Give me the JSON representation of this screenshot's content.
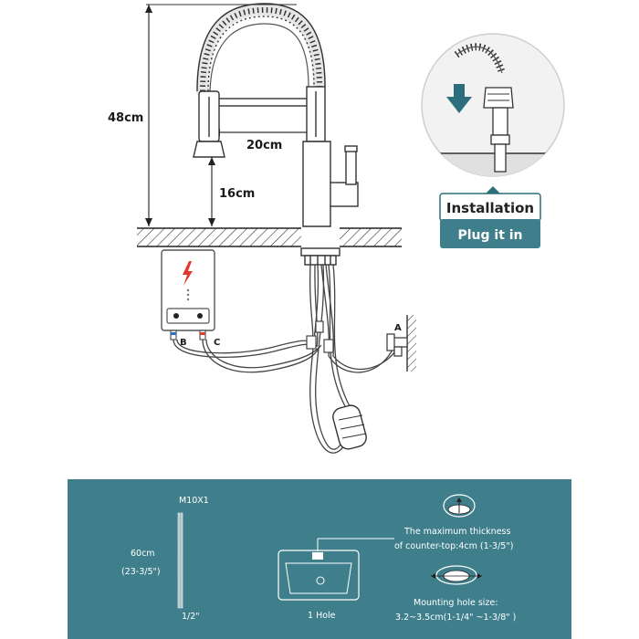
{
  "dimensions": {
    "height_total": "48cm",
    "reach": "20cm",
    "spout_height": "16cm"
  },
  "inlets": {
    "a": "A",
    "b": "B",
    "c": "C"
  },
  "installation": {
    "title": "Installation",
    "subtitle": "Plug it in"
  },
  "specs": {
    "hose_thread": "M10X1",
    "hose_length": "60cm",
    "hose_length_inch": "(23-3/5\")",
    "hose_fitting": "1/2\"",
    "hole_label": "1 Hole",
    "thickness_line1": "The maximum thickness",
    "thickness_line2": "of counter-top:4cm (1-3/5\")",
    "hole_size_line1": "Mounting hole size:",
    "hole_size_line2": "3.2~3.5cm(1-1/4\" ~1-3/8\" )"
  },
  "colors": {
    "panel_bg": "#3f7f8c",
    "installation_dark": "#2d6e7c",
    "lightning": "#e23a2c",
    "hot_marker": "#e23a2c",
    "cold_marker": "#2a6fd0"
  }
}
